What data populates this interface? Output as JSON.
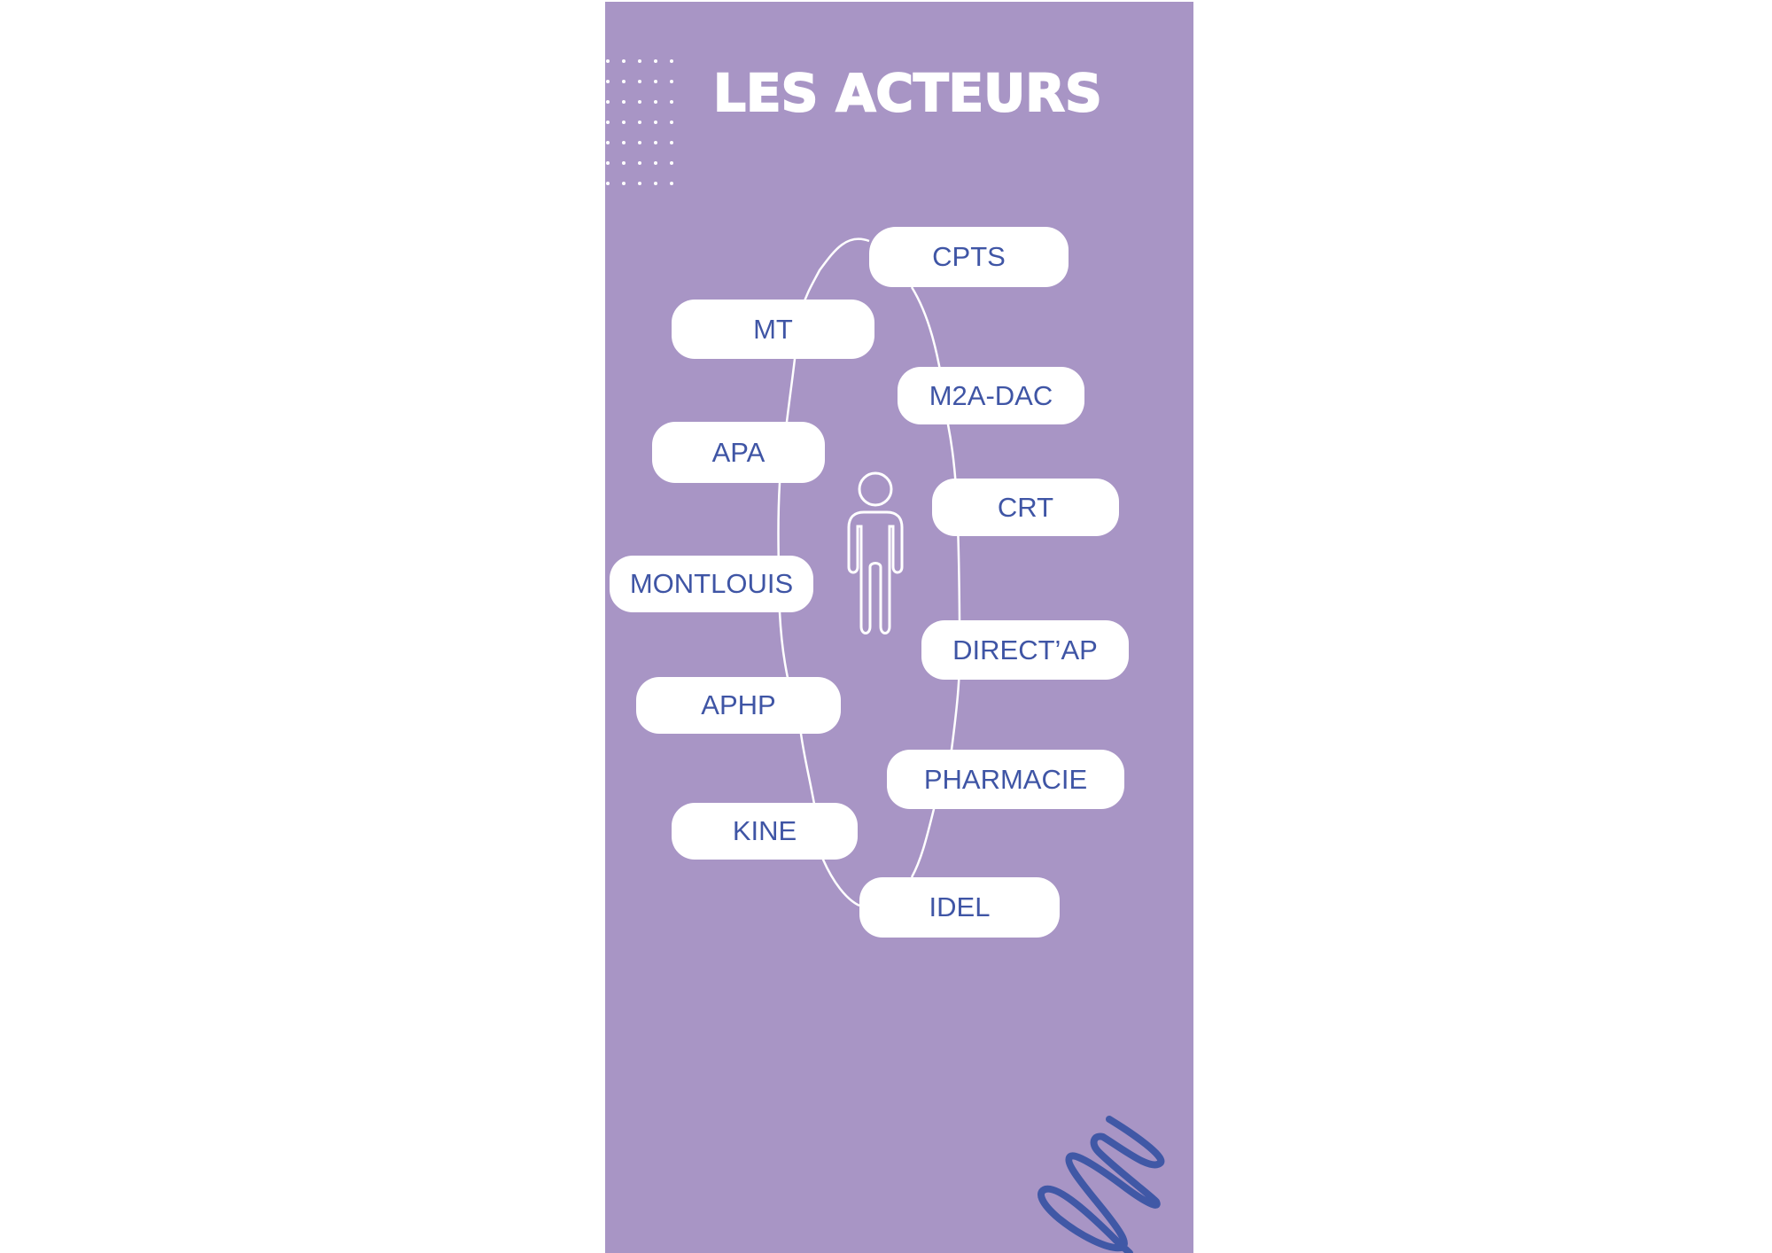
{
  "title": "LES ACTEURS",
  "colors": {
    "background": "#a895c5",
    "pill_text": "#3f55a5",
    "pill_bg": "#ffffff",
    "squiggle": "#4058a6"
  },
  "actors": [
    {
      "label": "CPTS"
    },
    {
      "label": "MT"
    },
    {
      "label": "M2A-DAC"
    },
    {
      "label": "APA"
    },
    {
      "label": "CRT"
    },
    {
      "label": "MONTLOUIS"
    },
    {
      "label": "DIRECT’AP"
    },
    {
      "label": "APHP"
    },
    {
      "label": "PHARMACIE"
    },
    {
      "label": "KINE"
    },
    {
      "label": "IDEL"
    }
  ],
  "center_icon": "person-icon"
}
